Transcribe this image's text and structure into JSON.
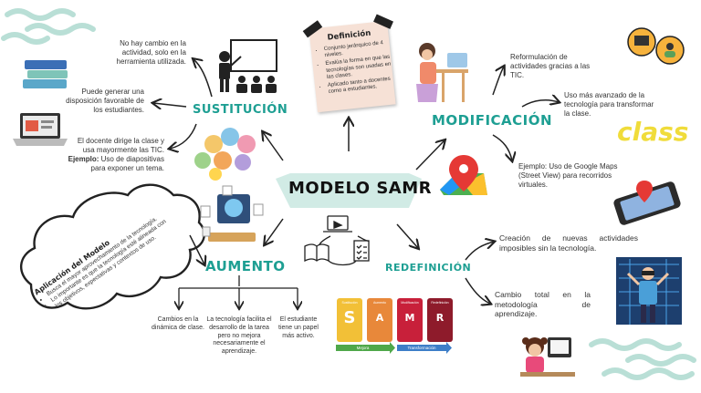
{
  "title": "MODELO SAMR",
  "sections": {
    "sustitucion": {
      "title": "SUSTITUCIÓN",
      "points": [
        "No hay cambio en la actividad, solo en la herramienta utilizada.",
        "Puede generar una disposición favorable de los estudiantes."
      ],
      "example_intro": "El docente dirige la clase y usa mayormente las TIC.",
      "example_label": "Ejemplo:",
      "example_text": "Uso de diapositivas para exponer un tema."
    },
    "modificacion": {
      "title": "MODIFICACIÓN",
      "points": [
        "Reformulación de actividades gracias a las TIC.",
        "Uso más avanzado de la tecnología para transformar la clase."
      ],
      "example_label": "Ejemplo:",
      "example_text": "Uso de Google Maps (Street View) para recorridos virtuales."
    },
    "aumento": {
      "title": "AUMENTO",
      "points": [
        "Cambios en la dinámica de clase.",
        "La tecnología facilita el desarrollo de la tarea pero no mejora necesariamente el aprendizaje.",
        "El estudiante tiene un papel más activo."
      ]
    },
    "redefinicion": {
      "title": "REDEFINICIÓN",
      "points": [
        "Creación de nuevas actividades imposibles sin la tecnología.",
        "Cambio total en la metodología de aprendizaje."
      ]
    }
  },
  "definicion": {
    "title": "Definición",
    "items": [
      "Conjunto jerárquico de 4 niveles.",
      "Evalúa la forma en que las tecnologías son usadas en las clases.",
      "Aplicado tanto a docentes como a estudiantes."
    ]
  },
  "aplicacion": {
    "title": "Aplicación del Modelo",
    "items": [
      "Busca el mayor aprovechamiento de la tecnología.",
      "Lo importante es que la tecnología esté alineada con los objetivos, expectativas y contextos de uso."
    ]
  },
  "samr_graphic": {
    "cards": [
      {
        "caption": "Sustitución",
        "letter": "S",
        "color": "#f2c037"
      },
      {
        "caption": "Aumento",
        "letter": "A",
        "color": "#e8883a"
      },
      {
        "caption": "Modificación",
        "letter": "M",
        "color": "#c8203a"
      },
      {
        "caption": "Redefinición",
        "letter": "R",
        "color": "#8e1b2b"
      }
    ],
    "mejora": "Mejora",
    "transformacion": "Transformación",
    "colors": {
      "mejora": "#4fa84a",
      "transformacion": "#3d7ec8"
    }
  },
  "decor_word": "class",
  "colors": {
    "teal": "#1e9f93",
    "wave": "#b9dfd6",
    "note": "#f6e1d6"
  }
}
